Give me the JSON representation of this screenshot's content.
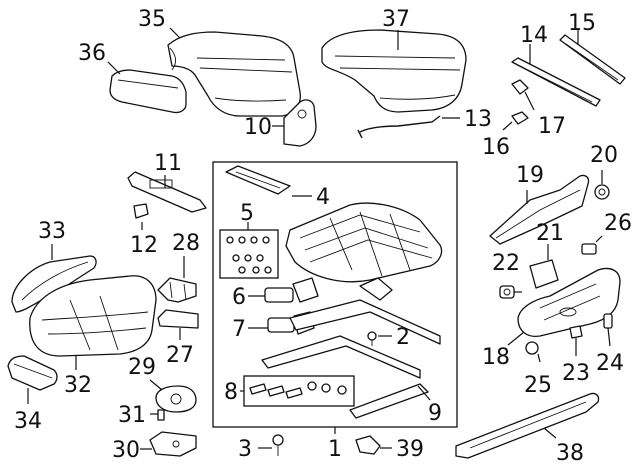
{
  "callouts": [
    {
      "id": "35",
      "label": "35"
    },
    {
      "id": "37",
      "label": "37"
    },
    {
      "id": "14",
      "label": "14"
    },
    {
      "id": "15",
      "label": "15"
    },
    {
      "id": "36",
      "label": "36"
    },
    {
      "id": "10",
      "label": "10"
    },
    {
      "id": "13",
      "label": "13"
    },
    {
      "id": "16",
      "label": "16"
    },
    {
      "id": "17",
      "label": "17"
    },
    {
      "id": "11",
      "label": "11"
    },
    {
      "id": "4",
      "label": "4"
    },
    {
      "id": "5",
      "label": "5"
    },
    {
      "id": "20",
      "label": "20"
    },
    {
      "id": "19",
      "label": "19"
    },
    {
      "id": "33",
      "label": "33"
    },
    {
      "id": "12",
      "label": "12"
    },
    {
      "id": "28",
      "label": "28"
    },
    {
      "id": "26",
      "label": "26"
    },
    {
      "id": "21",
      "label": "21"
    },
    {
      "id": "22",
      "label": "22"
    },
    {
      "id": "6",
      "label": "6"
    },
    {
      "id": "7",
      "label": "7"
    },
    {
      "id": "2",
      "label": "2"
    },
    {
      "id": "27",
      "label": "27"
    },
    {
      "id": "32",
      "label": "32"
    },
    {
      "id": "18",
      "label": "18"
    },
    {
      "id": "25",
      "label": "25"
    },
    {
      "id": "23",
      "label": "23"
    },
    {
      "id": "24",
      "label": "24"
    },
    {
      "id": "29",
      "label": "29"
    },
    {
      "id": "34",
      "label": "34"
    },
    {
      "id": "8",
      "label": "8"
    },
    {
      "id": "9",
      "label": "9"
    },
    {
      "id": "31",
      "label": "31"
    },
    {
      "id": "30",
      "label": "30"
    },
    {
      "id": "3",
      "label": "3"
    },
    {
      "id": "1",
      "label": "1"
    },
    {
      "id": "39",
      "label": "39"
    },
    {
      "id": "38",
      "label": "38"
    }
  ]
}
